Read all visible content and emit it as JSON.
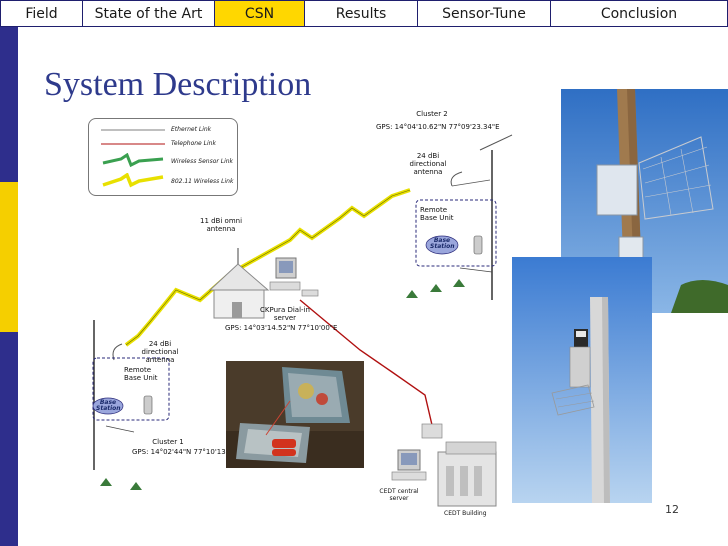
{
  "nav": {
    "tabs": [
      {
        "label": "Field",
        "active": false
      },
      {
        "label": "State of the Art",
        "active": false
      },
      {
        "label": "CSN",
        "active": true
      },
      {
        "label": "Results",
        "active": false
      },
      {
        "label": "Sensor-Tune",
        "active": false
      },
      {
        "label": "Conclusion",
        "active": false
      }
    ]
  },
  "colors": {
    "accent": "#ffd700",
    "sidebar_blue": "#2e2e8c",
    "sidebar_yellow": "#f5cf00",
    "title_blue": "#2e3a8c"
  },
  "slide": {
    "title": "System Description",
    "page_number": "12"
  },
  "legend": {
    "ethernet": "Ethernet Link",
    "telephone": "Telephone Link",
    "wireless_sensor": "Wireless Sensor Link",
    "wireless_80211": "802.11 Wireless Link"
  },
  "diagram": {
    "cluster2_title": "Cluster 2",
    "cluster2_gps": "GPS: 14°04'10.62\"N 77°09'23.34\"E",
    "cluster2_antenna": "24 dBi directional antenna",
    "cluster2_rbu": "Remote Base Unit",
    "cluster2_bs": "Base Station",
    "omni_antenna": "11 dBi omni antenna",
    "server_label": "CKPura Dial-in server",
    "server_gps": "GPS: 14°03'14.52\"N 77°10'00\"E",
    "cluster1_antenna": "24 dBi directional antenna",
    "cluster1_rbu": "Remote Base Unit",
    "cluster1_bs": "Base Station",
    "cluster1_title": "Cluster 1",
    "cluster1_gps": "GPS: 14°02'44\"N 77°10'13\"E",
    "cedt_server": "CEDT central server",
    "cedt_building": "CEDT Building"
  }
}
